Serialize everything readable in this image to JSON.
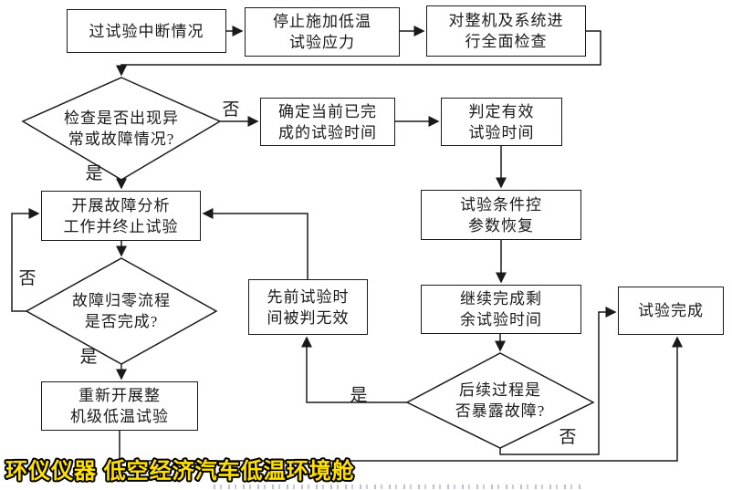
{
  "flowchart": {
    "line_color": "#1a1a1a",
    "nodes": {
      "interrupt": {
        "lines": [
          "过试验中断情况"
        ]
      },
      "stop_stress": {
        "lines": [
          "停止施加低温",
          "试验应力"
        ]
      },
      "full_inspect": {
        "lines": [
          "对整机及系统进",
          "行全面检查"
        ]
      },
      "check_abnormal": {
        "lines": [
          "检查是否出现异",
          "常或故障情况?"
        ]
      },
      "confirm_time": {
        "lines": [
          "确定当前已完",
          "成的试验时间"
        ]
      },
      "judge_valid": {
        "lines": [
          "判定有效",
          "试验时间"
        ]
      },
      "fault_analysis": {
        "lines": [
          "开展故障分析",
          "工作并终止试验"
        ]
      },
      "restore_params": {
        "lines": [
          "试验条件控",
          "参数恢复"
        ]
      },
      "continue_remaining": {
        "lines": [
          "继续完成剩",
          "余试验时间"
        ]
      },
      "prior_invalid": {
        "lines": [
          "先前试验时",
          "间被判无效"
        ]
      },
      "fault_zero": {
        "lines": [
          "故障归零流程",
          "是否完成?"
        ]
      },
      "restart_test": {
        "lines": [
          "重新开展整",
          "机级低温试验"
        ]
      },
      "expose_fault": {
        "lines": [
          "后续过程是",
          "否暴露故障?"
        ]
      },
      "test_complete": {
        "lines": [
          "试验完成"
        ]
      }
    },
    "edge_labels": {
      "no1": "否",
      "yes1": "是",
      "no2": "否",
      "yes2": "是",
      "yes3": "是",
      "no3": "否"
    }
  },
  "watermark": {
    "text": "环仪仪器 低空经济汽车低温环境舱",
    "color": "#ffe000",
    "outline": "#000000"
  }
}
